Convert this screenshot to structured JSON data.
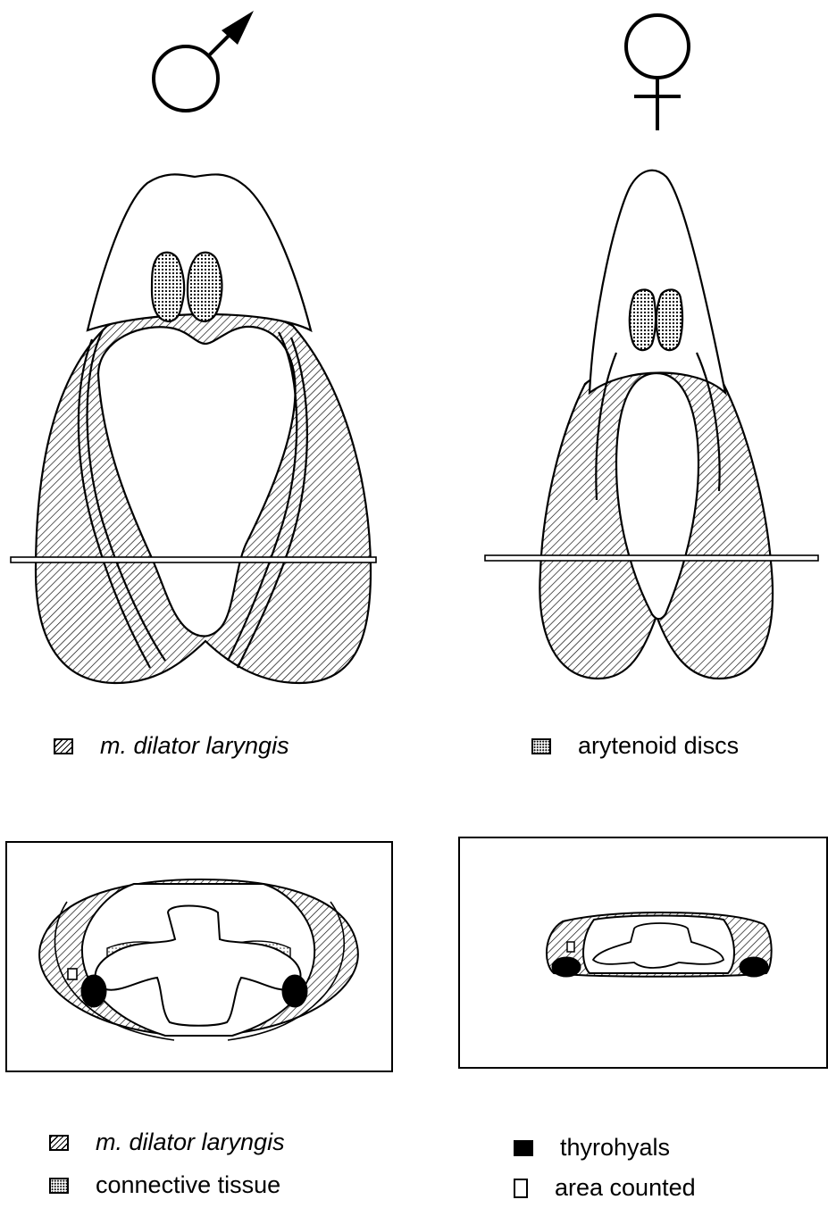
{
  "symbols": {
    "male": "♂",
    "female": "♀"
  },
  "legends": {
    "top_left": {
      "label": "m. dilator laryngis",
      "swatch": "hatched"
    },
    "top_right": {
      "label": "arytenoid discs",
      "swatch": "cross-hatched"
    },
    "bottom_left_1": {
      "label": "m. dilator laryngis",
      "swatch": "hatched"
    },
    "bottom_left_2": {
      "label": "connective tissue",
      "swatch": "cross-hatched"
    },
    "bottom_right_1": {
      "label": "thyrohyals",
      "swatch": "solid black"
    },
    "bottom_right_2": {
      "label": "area counted",
      "swatch": "empty"
    }
  }
}
